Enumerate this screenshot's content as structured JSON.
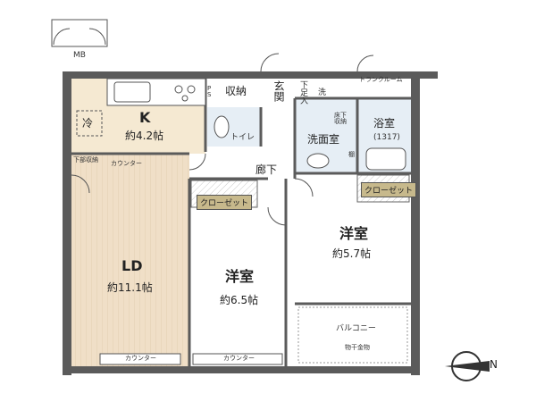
{
  "labels": {
    "mb": "MB",
    "trunk_room": "トランクルーム",
    "ps": "P\nS",
    "storage": "収納",
    "entrance": "玄関",
    "shoe_storage": "下足入",
    "wash_small": "洗",
    "under_floor_storage": "床下\n収納",
    "bathroom": "浴室",
    "bath_size": "(1317)",
    "kitchen": "K",
    "kitchen_area": "約4.2帖",
    "fridge": "冷",
    "toilet": "トイレ",
    "washroom": "洗面室",
    "shelf": "棚",
    "under_storage": "下部収納",
    "counter1": "カウンター",
    "hallway": "廊下",
    "closet1": "クローゼット",
    "closet2": "クローゼット",
    "western_room1": "洋室",
    "western_room1_area": "約5.7帖",
    "ld": "LD",
    "ld_area": "約11.1帖",
    "western_room2": "洋室",
    "western_room2_area": "約6.5帖",
    "balcony": "バルコニー",
    "drying_rack": "物干金物",
    "counter2": "カウンター",
    "counter3": "カウンター",
    "north": "N"
  },
  "colors": {
    "wall": "#5b5b5b",
    "kitchen_floor": "#f5e9d2",
    "ld_floor": "#f0dfc7",
    "wet_area": "#e6eef5",
    "room_floor": "#ffffff",
    "tag": "#c7b98c"
  }
}
